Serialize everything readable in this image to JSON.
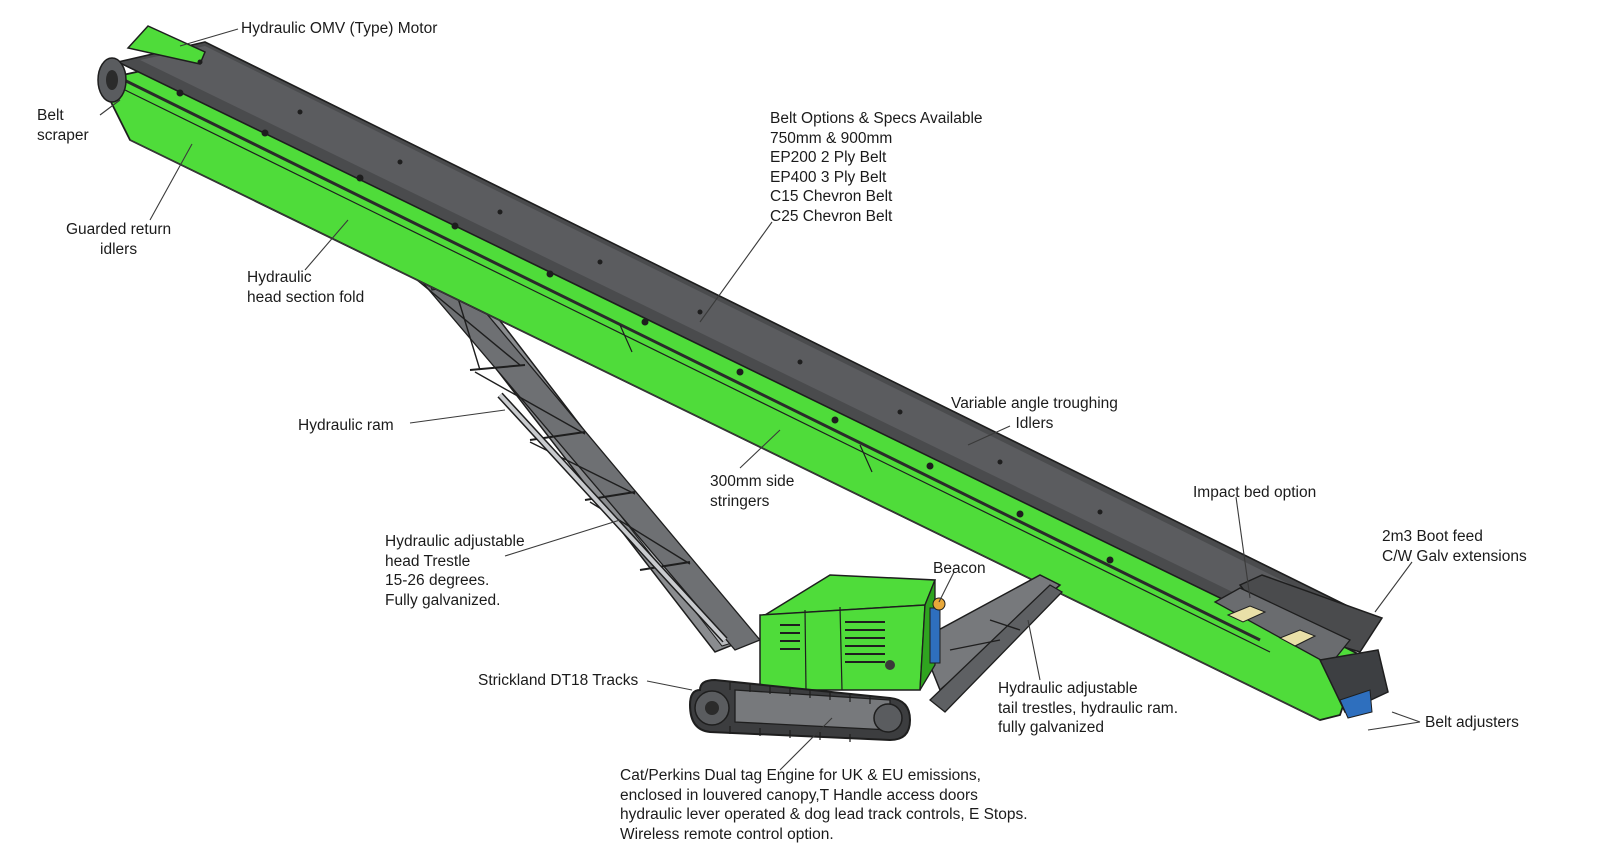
{
  "colors": {
    "frame_green": "#4fdc3a",
    "frame_green_dark": "#2fa41f",
    "belt_grey": "#4a4b4d",
    "steel_grey": "#77797c",
    "outline": "#1e1e1e",
    "text": "#1b1b1b",
    "beacon_blue": "#2e6fbe"
  },
  "labels": {
    "motor": [
      "Hydraulic OMV (Type) Motor"
    ],
    "belt_scraper": [
      "Belt",
      "scraper"
    ],
    "return_idlers": [
      "Guarded return",
      "idlers"
    ],
    "head_fold": [
      "Hydraulic",
      "head section fold"
    ],
    "belt_options": [
      "Belt Options & Specs Available",
      "750mm & 900mm",
      "EP200 2 Ply Belt",
      "EP400 3 Ply Belt",
      "C15 Chevron Belt",
      "C25 Chevron Belt"
    ],
    "hydraulic_ram": [
      "Hydraulic ram"
    ],
    "troughing_idlers": [
      "Variable angle troughing",
      "Idlers"
    ],
    "side_stringers": [
      "300mm side",
      "stringers"
    ],
    "impact_bed": [
      "Impact bed option"
    ],
    "boot_feed": [
      "2m3 Boot feed",
      "C/W Galv extensions"
    ],
    "head_trestle": [
      "Hydraulic adjustable",
      "head Trestle",
      "15-26 degrees.",
      "Fully galvanized."
    ],
    "beacon": [
      "Beacon"
    ],
    "tracks": [
      "Strickland DT18 Tracks"
    ],
    "tail_trestles": [
      "Hydraulic adjustable",
      "tail  trestles, hydraulic ram.",
      "fully galvanized"
    ],
    "belt_adjusters": [
      "Belt adjusters"
    ],
    "engine": [
      "Cat/Perkins Dual tag Engine for UK & EU emissions,",
      "enclosed in louvered canopy,T Handle access doors",
      "hydraulic lever operated & dog lead track controls, E Stops.",
      "Wireless remote control option."
    ]
  }
}
